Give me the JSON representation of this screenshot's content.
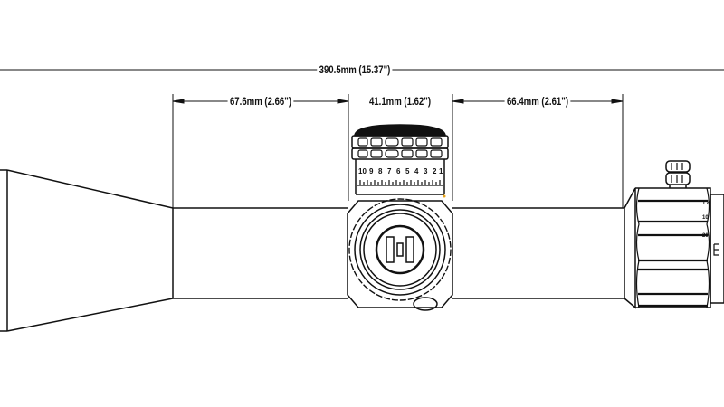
{
  "dimensions": {
    "overall_length": "390.5mm (15.37\")",
    "objective_to_saddle": "67.6mm (2.66\")",
    "saddle_length": "41.1mm (1.62\")",
    "saddle_to_ocular": "66.4mm (2.61\")"
  },
  "turret_scale": [
    "10",
    "9",
    "8",
    "7",
    "6",
    "5",
    "4",
    "3",
    "2",
    "1"
  ],
  "ocular_marks": [
    "1.8",
    "10",
    "20"
  ],
  "colors": {
    "line": "#111111",
    "accent": "#e8a317"
  }
}
